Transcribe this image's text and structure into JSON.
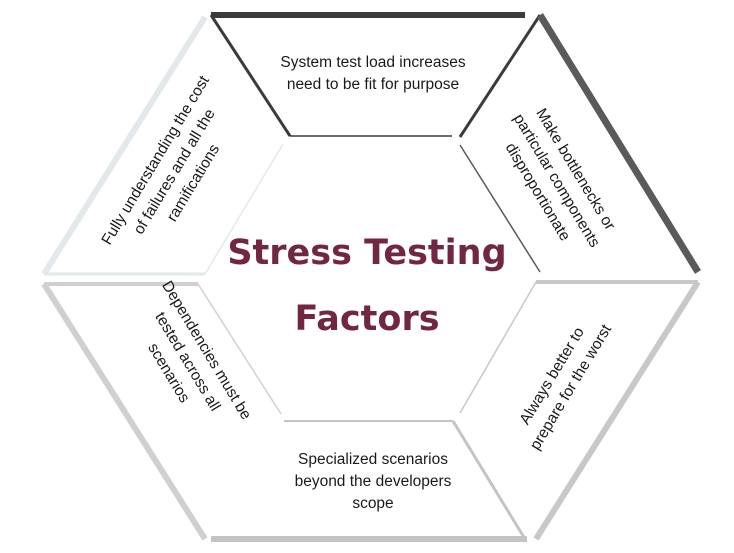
{
  "title": {
    "line1": "Stress Testing",
    "line2": "Factors",
    "color": "#722740"
  },
  "segments": [
    {
      "id": "top",
      "lines": [
        "System test load increases",
        "need to be fit for purpose"
      ],
      "outer_edge_color": "#3b3b3b",
      "side_color": "#3b3b3b"
    },
    {
      "id": "upper-right",
      "lines": [
        "Make bottlenecks or",
        "particular components",
        "disproportionate"
      ],
      "outer_edge_color": "#5a5a5a",
      "side_color": "#5a5a5a"
    },
    {
      "id": "lower-right",
      "lines": [
        "Always better to",
        "prepare for the worst"
      ],
      "outer_edge_color": "#c8c8c8",
      "side_color": "#c8c8c8"
    },
    {
      "id": "bottom",
      "lines": [
        "Specialized scenarios",
        "beyond the developers",
        "scope"
      ],
      "outer_edge_color": "#c4c4c4",
      "side_color": "#c4c4c4"
    },
    {
      "id": "lower-left",
      "lines": [
        "Dependencies must be",
        "tested across all",
        "scenarios"
      ],
      "outer_edge_color": "#d0d0d0",
      "side_color": "#d0d0d0"
    },
    {
      "id": "upper-left",
      "lines": [
        "Fully understanding the cost",
        "of failures and all the",
        "ramifications"
      ],
      "outer_edge_color": "#e3e8ea",
      "side_color": "#e3e8ea"
    }
  ]
}
